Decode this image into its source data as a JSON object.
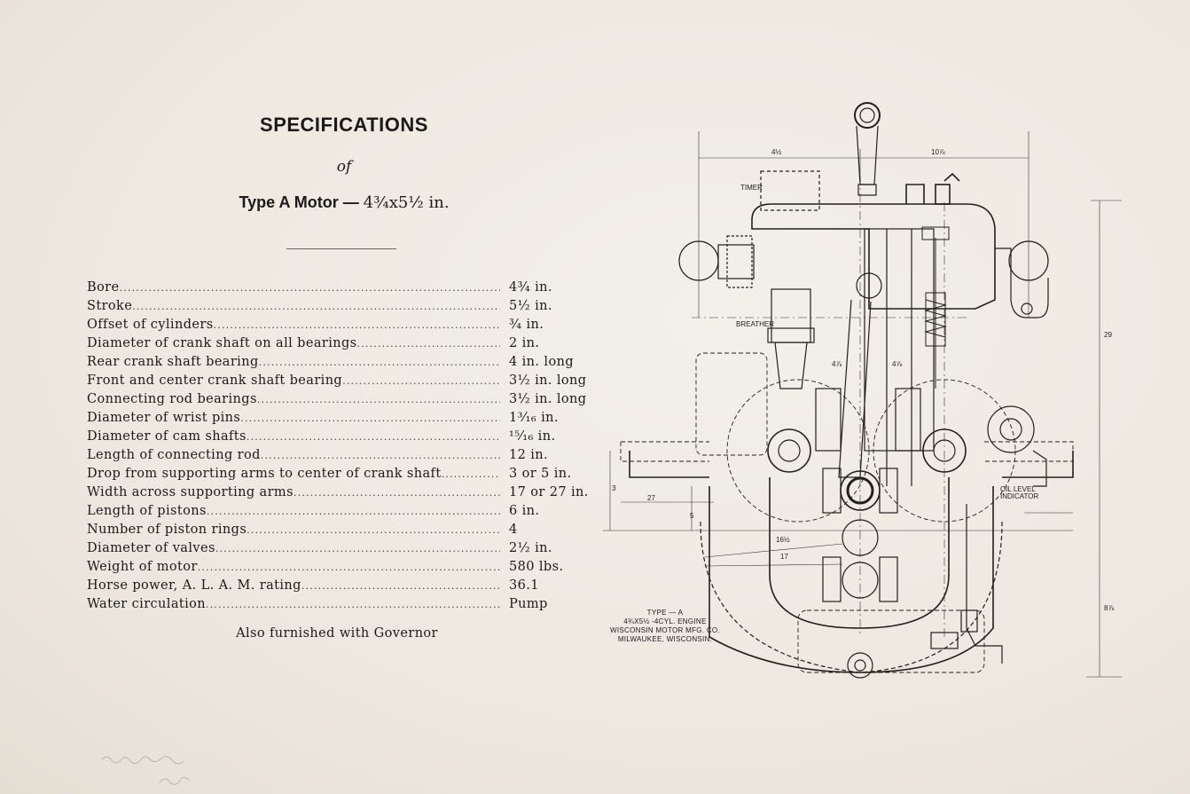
{
  "heading": {
    "title": "SPECIFICATIONS",
    "of": "of",
    "subtitle_prefix": "Type A Motor —",
    "subtitle_dims": "4¾x5½ in."
  },
  "specs": [
    {
      "label": "Bore",
      "value": "4¾ in."
    },
    {
      "label": "Stroke",
      "value": "5½ in."
    },
    {
      "label": "Offset of cylinders",
      "value": "¾ in."
    },
    {
      "label": "Diameter of crank shaft on all bearings",
      "value": "2 in."
    },
    {
      "label": "Rear crank shaft bearing",
      "value": "4 in.  long"
    },
    {
      "label": "Front and center crank shaft bearing",
      "value": "3½ in.  long"
    },
    {
      "label": "Connecting rod bearings",
      "value": "3½ in.  long"
    },
    {
      "label": "Diameter of wrist pins",
      "value": "1³⁄₁₆ in."
    },
    {
      "label": "Diameter of cam shafts",
      "value": "¹⁵⁄₁₆ in."
    },
    {
      "label": "Length of connecting rod",
      "value": "12 in."
    },
    {
      "label": "Drop from supporting arms to center of crank shaft",
      "value": "3 or 5 in."
    },
    {
      "label": "Width across supporting arms",
      "value": "17 or 27 in."
    },
    {
      "label": "Length of pistons",
      "value": "6 in."
    },
    {
      "label": "Number of piston rings",
      "value": "4"
    },
    {
      "label": "Diameter of valves",
      "value": "2½ in."
    },
    {
      "label": "Weight of motor",
      "value": "580 lbs."
    },
    {
      "label": "Horse power, A. L. A. M. rating",
      "value": "36.1"
    },
    {
      "label": "Water circulation",
      "value": "Pump"
    }
  ],
  "footer": "Also furnished with Governor",
  "drawing": {
    "caption_lines": [
      "TYPE — A",
      "4¾X5½ -4CYL. ENGINE",
      "WISCONSIN MOTOR MFG. CO.",
      "MILWAUKEE, WISCONSIN."
    ],
    "labels": {
      "timer": "TIMER",
      "breather": "BREATHER",
      "oil_level": "OIL LEVEL",
      "indicator": "INDICATOR",
      "dim_top_left": "4½",
      "dim_top_right": "10⅞",
      "dim_27": "27",
      "dim_17": "17",
      "dim_16": "16½",
      "dim_3": "3",
      "dim_5": "5",
      "dim_4a": "4⅞",
      "dim_4b": "4⅞",
      "dim_29": "29",
      "dim_8": "8⅞"
    }
  }
}
